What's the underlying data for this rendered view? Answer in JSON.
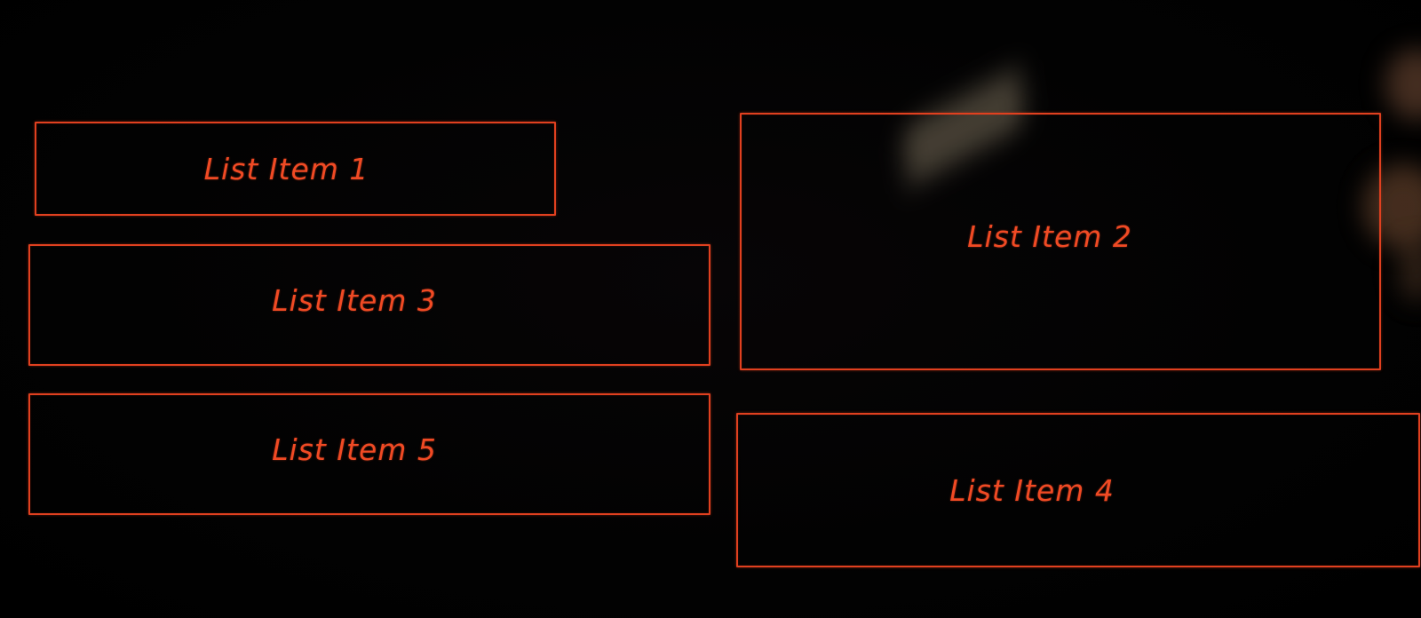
{
  "diagram": {
    "items": [
      {
        "label": "List Item 1"
      },
      {
        "label": "List Item 2"
      },
      {
        "label": "List Item 3"
      },
      {
        "label": "List Item 4"
      },
      {
        "label": "List Item 5"
      }
    ]
  },
  "colors": {
    "background": "#000000",
    "accent": "#e0401f",
    "text": "#f04a24"
  }
}
